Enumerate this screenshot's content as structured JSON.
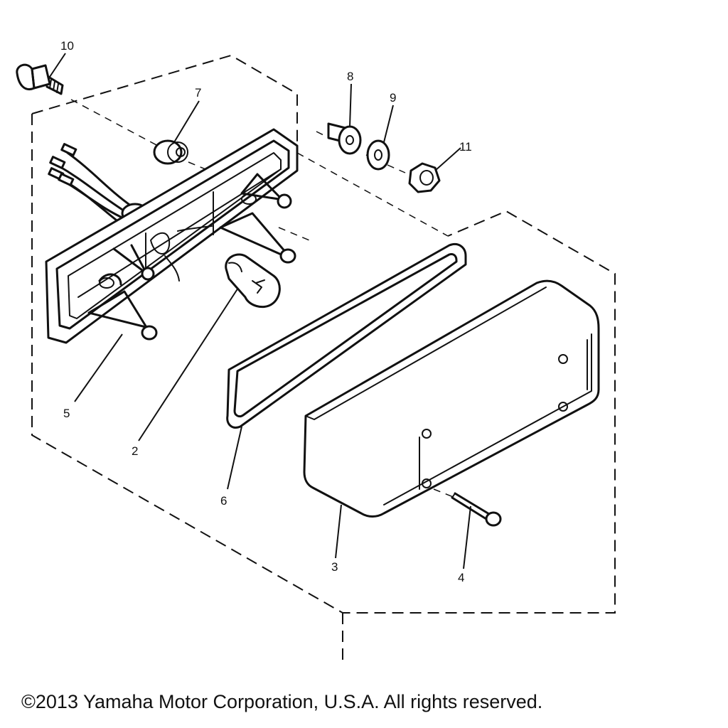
{
  "diagram": {
    "callouts": [
      "10",
      "7",
      "8",
      "9",
      "11",
      "5",
      "2",
      "6",
      "3",
      "4"
    ]
  },
  "footer": {
    "copyright": "©2013 Yamaha Motor Corporation, U.S.A. All rights reserved."
  }
}
